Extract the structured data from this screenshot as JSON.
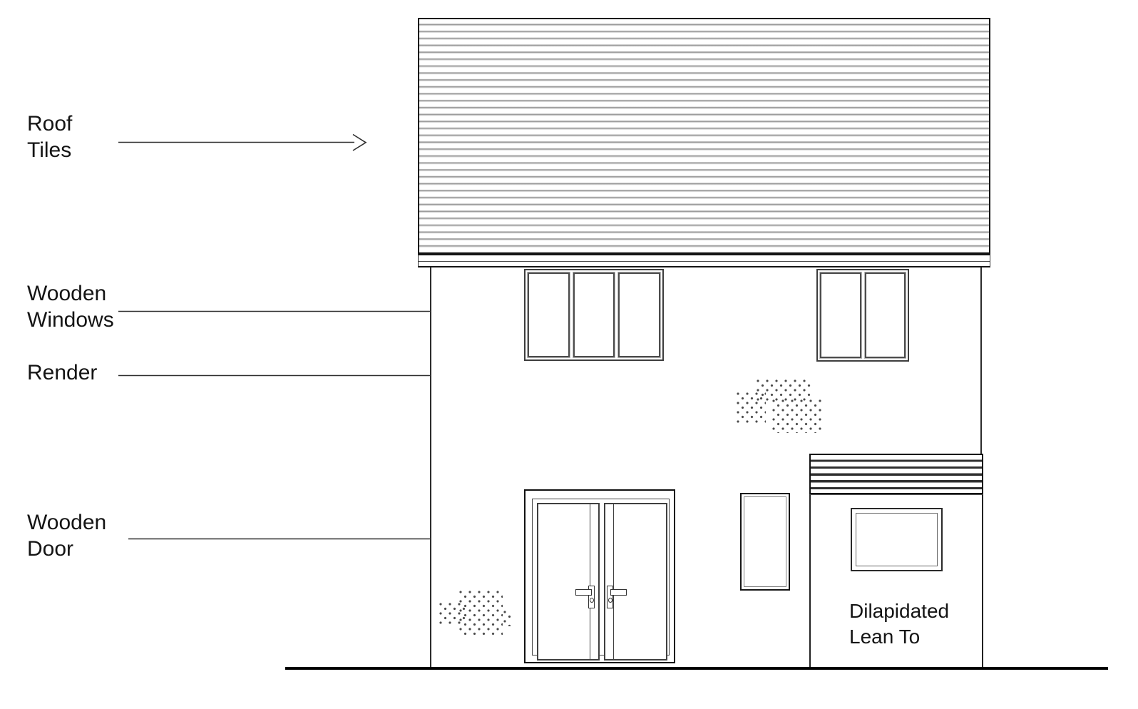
{
  "drawing": {
    "type": "house-front-elevation",
    "background": "#ffffff",
    "ink_color": "#1a1a1a",
    "roof_tile_stripe_color": "#8d8d8d",
    "lean_to_roof_stripe_color": "#2f2f2f",
    "stipple_dot_color": "#4a4a4a"
  },
  "annotations": [
    {
      "id": "roof-tiles",
      "lines": [
        "Roof",
        "Tiles"
      ]
    },
    {
      "id": "wooden-windows",
      "lines": [
        "Wooden",
        "Windows"
      ]
    },
    {
      "id": "render",
      "lines": [
        "Render"
      ]
    },
    {
      "id": "wooden-door",
      "lines": [
        "Wooden",
        "Door"
      ]
    }
  ],
  "lean_to": {
    "label_lines": [
      "Dilapidated",
      "Lean To"
    ]
  }
}
